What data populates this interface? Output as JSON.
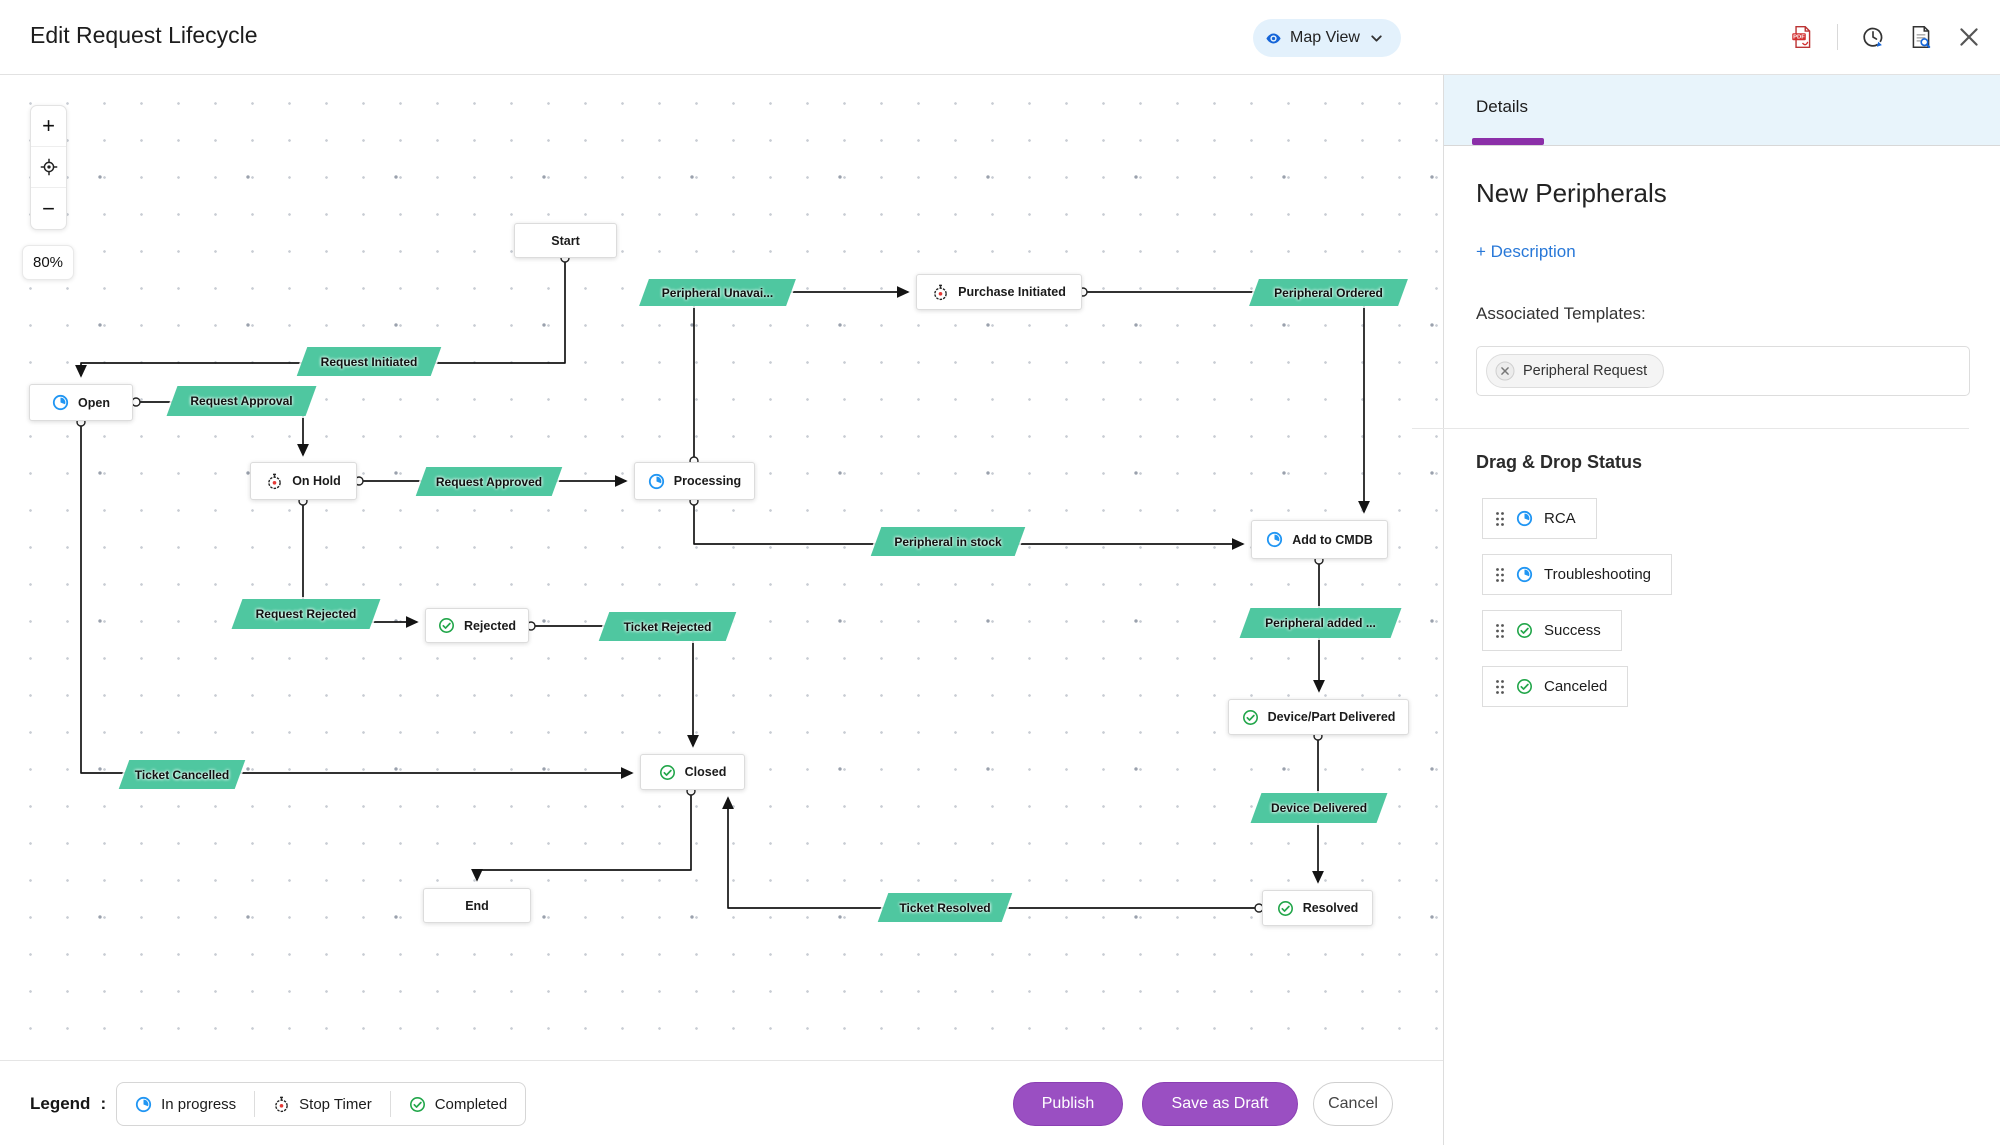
{
  "header": {
    "title": "Edit Request Lifecycle",
    "view_selector": "Map View"
  },
  "toolbar": {
    "icons": [
      "pdf-export",
      "history",
      "lifecycle-preview",
      "close"
    ]
  },
  "zoom_controls": {
    "zoom_in": "+",
    "zoom_out": "−",
    "zoom_level": "80%"
  },
  "canvas": {
    "nodes": {
      "start": {
        "label": "Start"
      },
      "open": {
        "label": "Open",
        "icon": "in-progress"
      },
      "on_hold": {
        "label": "On Hold",
        "icon": "stop-timer"
      },
      "processing": {
        "label": "Processing",
        "icon": "in-progress"
      },
      "purchase_initiated": {
        "label": "Purchase Initiated",
        "icon": "stop-timer"
      },
      "add_to_cmdb": {
        "label": "Add to CMDB",
        "icon": "in-progress"
      },
      "rejected": {
        "label": "Rejected",
        "icon": "completed"
      },
      "device_part_delivered": {
        "label": "Device/Part Delivered",
        "icon": "completed"
      },
      "closed": {
        "label": "Closed",
        "icon": "completed"
      },
      "end": {
        "label": "End"
      },
      "resolved": {
        "label": "Resolved",
        "icon": "completed"
      }
    },
    "transitions": {
      "request_initiated": "Request Initiated",
      "request_approval": "Request Approval",
      "request_approved": "Request Approved",
      "request_rejected": "Request Rejected",
      "peripheral_unavailable": "Peripheral Unavai...",
      "peripheral_ordered": "Peripheral Ordered",
      "peripheral_in_stock": "Peripheral in stock",
      "ticket_rejected": "Ticket Rejected",
      "ticket_cancelled": "Ticket Cancelled",
      "peripheral_added": "Peripheral added ...",
      "device_delivered": "Device Delivered",
      "ticket_resolved": "Ticket Resolved"
    }
  },
  "details_panel": {
    "tab": "Details",
    "name": "New Peripherals",
    "description_link": "+ Description",
    "associated_templates_label": "Associated Templates:",
    "templates": [
      {
        "label": "Peripheral Request"
      }
    ],
    "drag_drop_title": "Drag & Drop Status",
    "statuses": [
      {
        "label": "RCA",
        "icon": "in-progress"
      },
      {
        "label": "Troubleshooting",
        "icon": "in-progress"
      },
      {
        "label": "Success",
        "icon": "completed"
      },
      {
        "label": "Canceled",
        "icon": "completed"
      }
    ]
  },
  "legend": {
    "label": "Legend",
    "colon": ":",
    "items": [
      {
        "label": "In progress",
        "icon": "in-progress"
      },
      {
        "label": "Stop Timer",
        "icon": "stop-timer"
      },
      {
        "label": "Completed",
        "icon": "completed"
      }
    ]
  },
  "footer_actions": {
    "publish": "Publish",
    "save_draft": "Save as Draft",
    "cancel": "Cancel"
  },
  "colors": {
    "accent_purple": "#9a4fc2",
    "tab_underline_purple": "#8b2fa8",
    "transition_green": "#4fc7a0",
    "link_blue": "#2878d8",
    "in_progress_blue": "#2196f3",
    "completed_green": "#22a64a",
    "stop_timer_red": "#e53935",
    "view_pill_blue": "#e3f1fc"
  }
}
